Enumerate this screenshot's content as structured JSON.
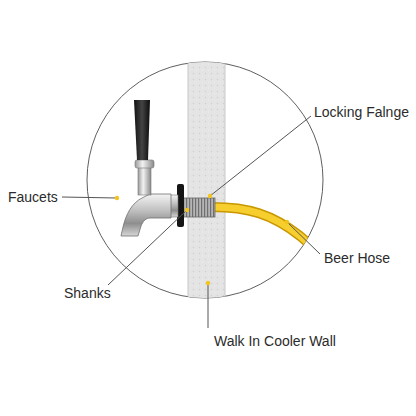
{
  "diagram": {
    "labels": [
      "Locking Falnge",
      "Faucets",
      "Beer Hose",
      "Shanks",
      "Walk In Cooler Wall"
    ]
  }
}
